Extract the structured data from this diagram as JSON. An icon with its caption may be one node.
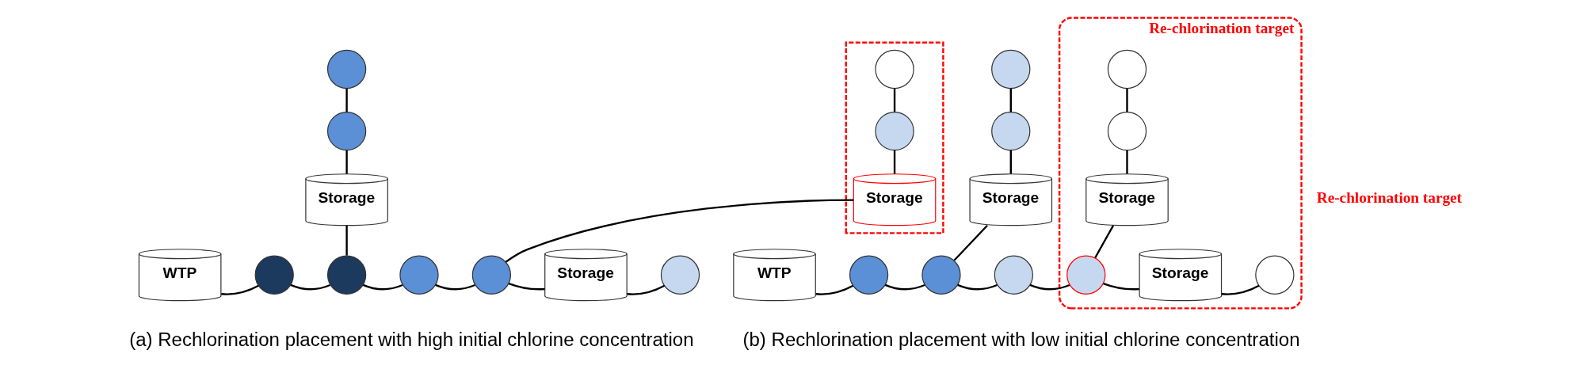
{
  "diagram": {
    "nodes": [
      {
        "text": [],
        "shape": "circle"
      },
      {
        "text": [],
        "shape": "circle"
      },
      {
        "text": [
          "Storage"
        ]
      },
      {
        "text": [],
        "shape": "box"
      },
      {
        "text": [],
        "shape": "circle",
        "in": 3
      },
      {
        "text": [],
        "shape": "circle",
        "in": 3
      },
      {
        "text": [
          "Storage"
        ],
        "in": 3
      },
      {
        "text": [
          "WTP"
        ]
      },
      {
        "text": [],
        "shape": "circle"
      },
      {
        "text": [],
        "shape": "circle"
      },
      {
        "text": [],
        "shape": "circle"
      },
      {
        "text": [],
        "shape": "circle"
      },
      {
        "text": [
          "Storage"
        ]
      },
      {
        "text": [],
        "shape": "circle"
      },
      {
        "text": [],
        "shape": "circle"
      },
      {
        "text": [],
        "shape": "circle"
      },
      {
        "text": [
          "Storage"
        ]
      },
      {
        "text": [
          "Re-chlorination target"
        ]
      },
      {
        "text": [],
        "shape": "circle",
        "in": 17
      },
      {
        "text": [],
        "shape": "circle",
        "in": 17
      },
      {
        "text": [
          "Storage"
        ],
        "in": 17
      },
      {
        "text": [],
        "shape": "circle",
        "in": 17
      },
      {
        "text": [
          "Storage"
        ],
        "in": 17
      },
      {
        "text": [],
        "shape": "circle",
        "in": 17
      },
      {
        "text": [
          "WTP"
        ]
      },
      {
        "text": [],
        "shape": "circle"
      },
      {
        "text": [],
        "shape": "circle"
      },
      {
        "text": [],
        "shape": "circle"
      }
    ],
    "edges": [
      {
        "from": 0,
        "to": 1,
        "arrow": "none"
      },
      {
        "from": 1,
        "to": 2,
        "arrow": "none"
      },
      {
        "from": 2,
        "to": 9,
        "arrow": "none"
      },
      {
        "from": 4,
        "to": 5,
        "arrow": "none"
      },
      {
        "from": 5,
        "to": 6,
        "arrow": "none"
      },
      {
        "from": 6,
        "to": 11,
        "arrow": "none"
      },
      {
        "from": 7,
        "to": 8,
        "arrow": "none"
      },
      {
        "from": 8,
        "to": 9,
        "arrow": "none"
      },
      {
        "from": 9,
        "to": 10,
        "arrow": "none"
      },
      {
        "from": 10,
        "to": 11,
        "arrow": "none"
      },
      {
        "from": 11,
        "to": 12,
        "arrow": "none"
      },
      {
        "from": 12,
        "to": 13,
        "arrow": "none"
      },
      {
        "from": 14,
        "to": 15,
        "arrow": "none"
      },
      {
        "from": 15,
        "to": 16,
        "arrow": "none"
      },
      {
        "from": 16,
        "to": 26,
        "arrow": "none"
      },
      {
        "from": 18,
        "to": 19,
        "arrow": "none"
      },
      {
        "from": 19,
        "to": 20,
        "arrow": "none"
      },
      {
        "from": 20,
        "to": 21,
        "arrow": "none"
      },
      {
        "from": 24,
        "to": 25,
        "arrow": "none"
      },
      {
        "from": 25,
        "to": 26,
        "arrow": "none"
      },
      {
        "from": 26,
        "to": 27,
        "arrow": "none"
      },
      {
        "from": 27,
        "to": 21,
        "arrow": "none"
      },
      {
        "from": 21,
        "to": 22,
        "arrow": "none"
      },
      {
        "from": 22,
        "to": 23,
        "arrow": "none"
      }
    ],
    "labels": [
      "Re-chlorination target",
      "(a) Rechlorination placement with high initial chlorine concentration",
      "(b) Rechlorination placement with low initial chlorine concentration"
    ]
  }
}
